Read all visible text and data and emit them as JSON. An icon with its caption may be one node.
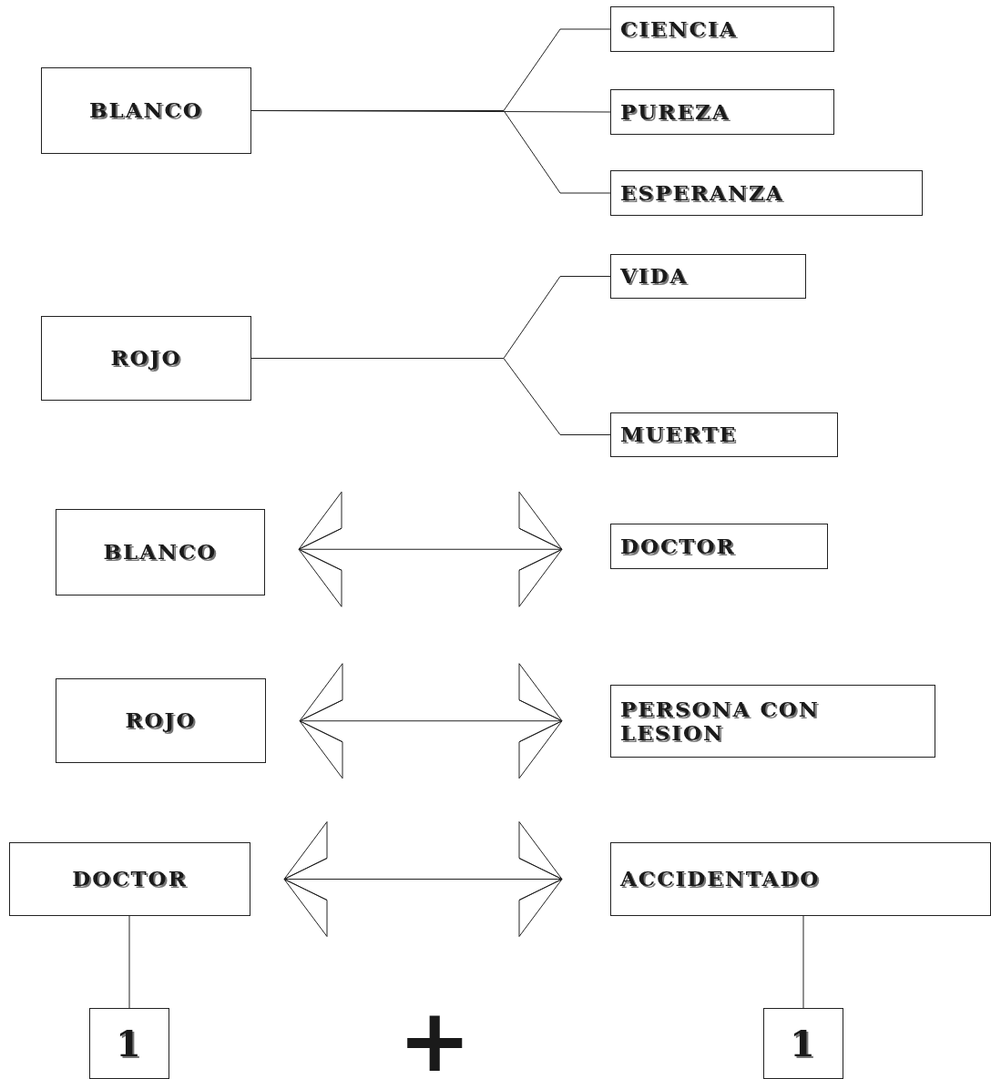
{
  "diagram": {
    "nodes": [
      {
        "text": [
          "BLANCO"
        ]
      },
      {
        "text": [
          "CIENCIA"
        ]
      },
      {
        "text": [
          "PUREZA"
        ]
      },
      {
        "text": [
          "ESPERANZA"
        ]
      },
      {
        "text": [
          "ROJO"
        ]
      },
      {
        "text": [
          "VIDA"
        ]
      },
      {
        "text": [
          "MUERTE"
        ]
      },
      {
        "text": [
          "BLANCO"
        ]
      },
      {
        "text": [
          "DOCTOR"
        ]
      },
      {
        "text": [
          "ROJO"
        ]
      },
      {
        "text": [
          "PERSONA CON LESION"
        ]
      },
      {
        "text": [
          "DOCTOR"
        ]
      },
      {
        "text": [
          "ACCIDENTADO"
        ]
      },
      {
        "text": [
          "1"
        ]
      },
      {
        "text": [
          "1"
        ]
      }
    ],
    "edges": [
      {
        "from": 0,
        "to": 1,
        "arrow": "none"
      },
      {
        "from": 0,
        "to": 2,
        "arrow": "none"
      },
      {
        "from": 0,
        "to": 3,
        "arrow": "none"
      },
      {
        "from": 4,
        "to": 5,
        "arrow": "none"
      },
      {
        "from": 4,
        "to": 6,
        "arrow": "none"
      },
      {
        "from": 7,
        "to": 8,
        "arrow": "both"
      },
      {
        "from": 9,
        "to": 10,
        "arrow": "both"
      },
      {
        "from": 11,
        "to": 12,
        "arrow": "both"
      },
      {
        "from": 11,
        "to": 13,
        "arrow": "none"
      },
      {
        "from": 12,
        "to": 14,
        "arrow": "none"
      }
    ],
    "labels": [
      "+"
    ]
  }
}
